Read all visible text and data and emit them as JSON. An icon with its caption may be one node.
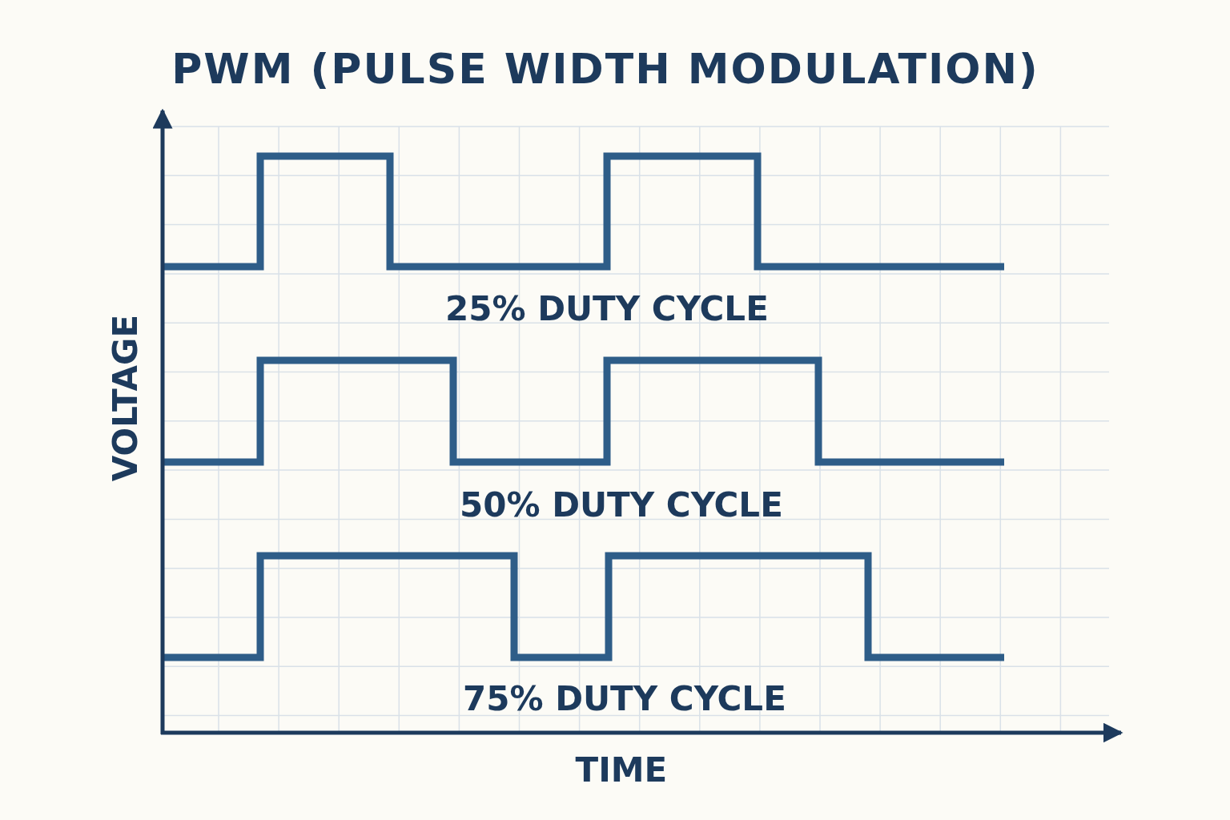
{
  "diagram": {
    "title": "PWM (PULSE WIDTH MODULATION)",
    "labels": [
      "VOLTAGE",
      "25% DUTY CYCLE",
      "50% DUTY CYCLE",
      "75% DUTY CYCLE",
      "TIME"
    ]
  }
}
